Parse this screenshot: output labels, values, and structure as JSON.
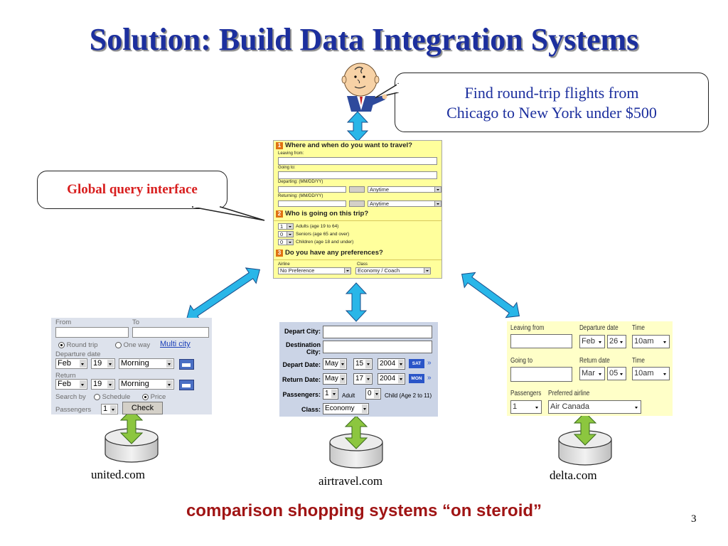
{
  "title": "Solution: Build Data Integration Systems",
  "user_query": {
    "line1": "Find round-trip flights from",
    "line2": "Chicago to New York under $500"
  },
  "global_label": "Global query interface",
  "global_form": {
    "sec1": {
      "num": "1",
      "title": "Where and when do you want to travel?"
    },
    "leaving_from": "Leaving from:",
    "going_to": "Going to:",
    "departing": "Departing: (MM/DD/YY)",
    "returning": "Returning: (MM/DD/YY)",
    "anytime": "Anytime",
    "sec2": {
      "num": "2",
      "title": "Who is going on this trip?"
    },
    "adults_val": "1",
    "adults_lbl": "Adults (age 19 to 64)",
    "seniors_val": "0",
    "seniors_lbl": "Seniors (age 65 and over)",
    "children_val": "0",
    "children_lbl": "Children (age 18 and under)",
    "sec3": {
      "num": "3",
      "title": "Do you have any preferences?"
    },
    "airline_lbl": "Airline",
    "class_lbl": "Class",
    "airline_val": "No Preference",
    "class_val": "Economy / Coach"
  },
  "united": {
    "from": "From",
    "to": "To",
    "round_trip": "Round trip",
    "one_way": "One way",
    "multi_city": "Multi city",
    "departure_date": "Departure date",
    "dep_month": "Feb",
    "dep_day": "19",
    "dep_time": "Morning",
    "return": "Return",
    "ret_month": "Feb",
    "ret_day": "19",
    "ret_time": "Morning",
    "search_by": "Search by",
    "schedule": "Schedule",
    "price": "Price",
    "passengers": "Passengers",
    "passengers_val": "1",
    "check": "Check"
  },
  "airtravel": {
    "depart_city": "Depart City:",
    "destination_city": "Destination City:",
    "depart_date": "Depart Date:",
    "dep_month": "May",
    "dep_day": "15",
    "dep_year": "2004",
    "dep_dow": "SAT",
    "return_date": "Return Date:",
    "ret_month": "May",
    "ret_day": "17",
    "ret_year": "2004",
    "ret_dow": "MON",
    "passengers": "Passengers:",
    "adult_val": "1",
    "adult": "Adult",
    "child_val": "0",
    "child": "Child (Age 2 to 11)",
    "class": "Class:",
    "class_val": "Economy"
  },
  "delta": {
    "leaving_from": "Leaving from",
    "departure_date": "Departure date",
    "dep_month": "Feb",
    "dep_day": "26",
    "time1": "Time",
    "time1_val": "10am",
    "going_to": "Going to",
    "return_date": "Return date",
    "ret_month": "Mar",
    "ret_day": "05",
    "time2": "Time",
    "time2_val": "10am",
    "passengers": "Passengers",
    "passengers_val": "1",
    "preferred_airline": "Preferred airline",
    "airline_val": "Air Canada"
  },
  "sites": {
    "united": "united.com",
    "airtravel": "airtravel.com",
    "delta": "delta.com"
  },
  "bottom_line": "comparison shopping systems “on steroid”",
  "page_number": "3",
  "colors": {
    "title": "#1c2f9e",
    "highlight": "#d81e1e",
    "bottom_line": "#a01414",
    "arrow_blue": "#29b6e8",
    "arrow_green": "#8cc63f"
  }
}
